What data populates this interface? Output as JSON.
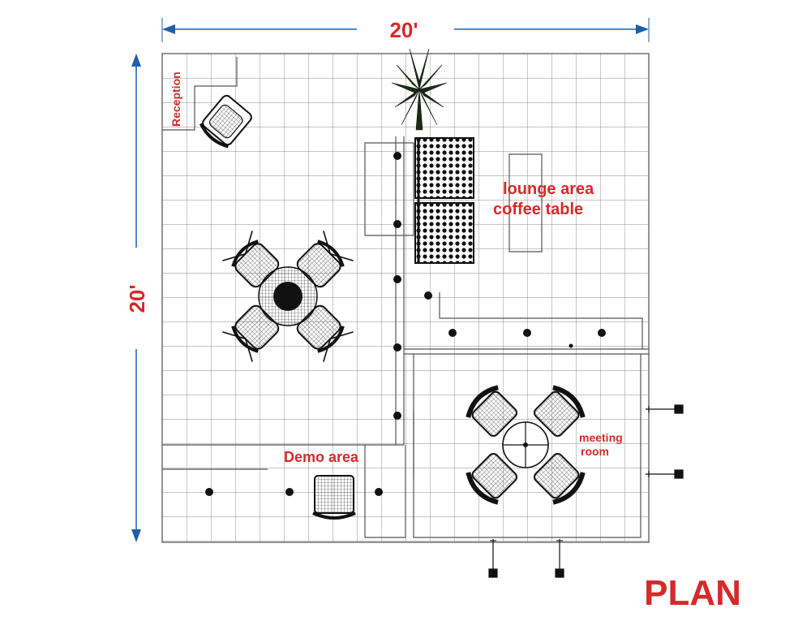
{
  "dimensions": {
    "width_label": "20'",
    "depth_label": "20'"
  },
  "labels": {
    "reception": "Reception",
    "lounge_area": "lounge area",
    "coffee_table": "coffee table",
    "demo_area": "Demo area",
    "meeting_room_line1": "meeting",
    "meeting_room_line2": "room",
    "plan_title": "PLAN"
  },
  "colors": {
    "label": "#d52a2a",
    "arrow": "#1f5fa8",
    "grid": "#8a8a8a",
    "furniture": "#1a1a1a"
  },
  "icons": [
    "plant-icon",
    "chair-icon",
    "sofa-icon",
    "round-table-icon",
    "post-icon",
    "spotlight-icon"
  ]
}
